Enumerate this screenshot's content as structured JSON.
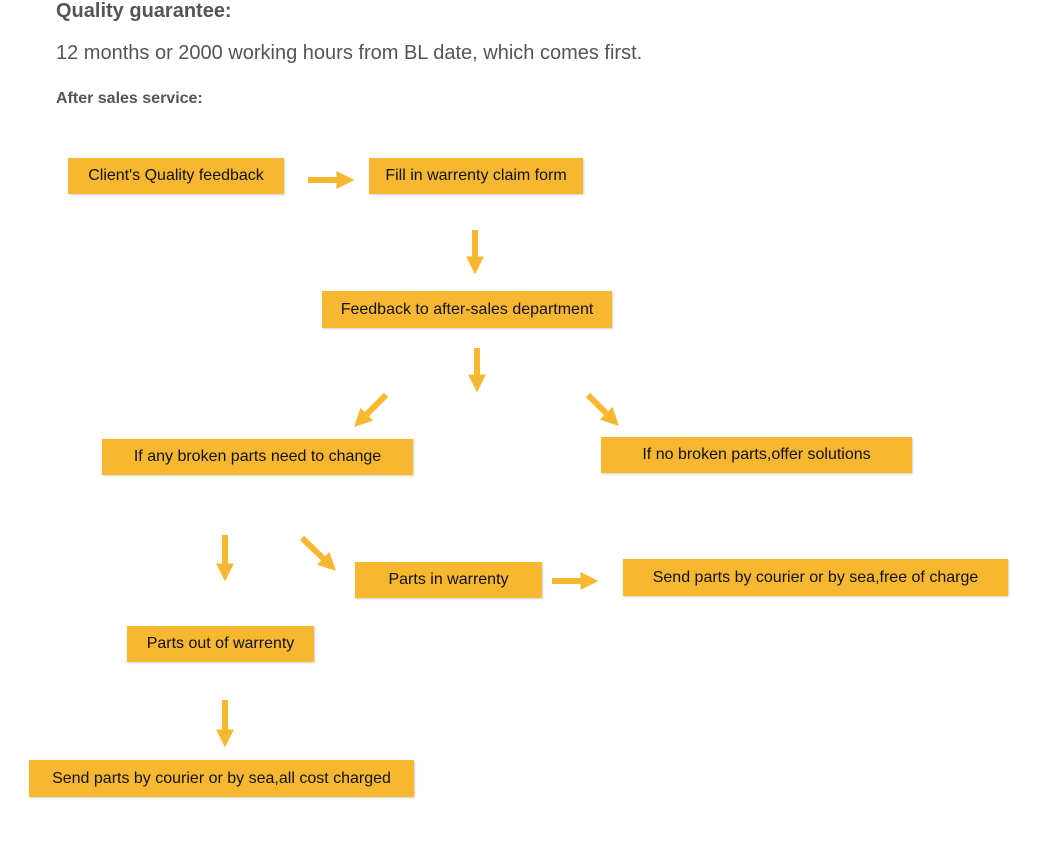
{
  "header": {
    "title": "Quality guarantee:",
    "warranty": "12 months or 2000 working hours from BL date, which comes first.",
    "service_title": "After sales service:"
  },
  "flowchart": {
    "nodes": {
      "client_feedback": "Client's Quality feedback",
      "warranty_claim": "Fill in warrenty claim form",
      "feedback_dept": "Feedback to after-sales department",
      "broken_parts": "If any broken parts need to change",
      "no_broken": "If no broken parts,offer solutions",
      "parts_in": "Parts in warrenty",
      "free_shipping": "Send parts by courier or by sea,free of charge",
      "parts_out": "Parts out of warrenty",
      "charged_shipping": "Send parts by courier or by sea,all cost charged"
    },
    "colors": {
      "box": "#f7b731",
      "arrow": "#f7b731",
      "text": "#555555"
    }
  }
}
